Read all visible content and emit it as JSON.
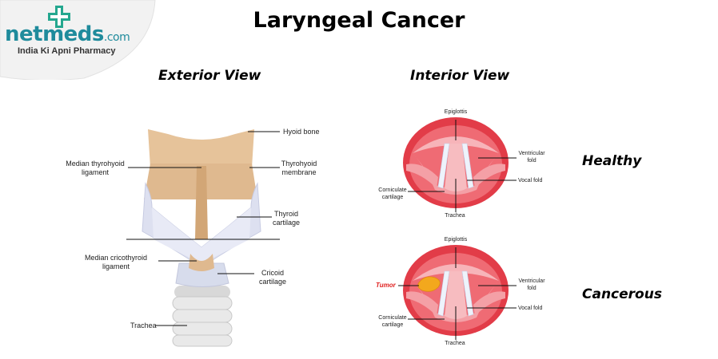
{
  "brand": {
    "name_a": "netmeds",
    "name_b": ".com",
    "tagline": "India Ki Apni Pharmacy"
  },
  "title": "Laryngeal Cancer",
  "exterior": {
    "heading": "Exterior View",
    "labels": {
      "hyoid": "Hyoid bone",
      "median_thyrohyoid_1": "Median thyrohyoid",
      "median_thyrohyoid_2": "ligament",
      "thyrohyoid_1": "Thyrohyoid",
      "thyrohyoid_2": "membrane",
      "thyroid_1": "Thyroid",
      "thyroid_2": "cartilage",
      "median_cricothyroid_1": "Median cricothyroid",
      "median_cricothyroid_2": "ligament",
      "cricoid_1": "Cricoid",
      "cricoid_2": "cartilage",
      "trachea": "Trachea"
    }
  },
  "interior": {
    "heading": "Interior View",
    "healthy": {
      "state": "Healthy",
      "epiglottis": "Epiglottis",
      "ventricular_1": "Ventricular",
      "ventricular_2": "fold",
      "vocal_fold": "Vocal fold",
      "corniculate_1": "Corniculate",
      "corniculate_2": "cartilage",
      "trachea": "Trachea"
    },
    "cancerous": {
      "state": "Cancerous",
      "epiglottis": "Epiglottis",
      "ventricular_1": "Ventricular",
      "ventricular_2": "fold",
      "vocal_fold": "Vocal fold",
      "corniculate_1": "Corniculate",
      "corniculate_2": "cartilage",
      "trachea": "Trachea",
      "tumor": "Tumor"
    }
  },
  "colors": {
    "brand_green": "#24a78f",
    "brand_teal": "#1f8b9c",
    "cartilage": "#e7c49c",
    "cartilage_light": "#f1d9b8",
    "thyroid": "#dde0f0",
    "trachea": "#e6e6e6",
    "larynx_red": "#e23c48",
    "larynx_pink": "#f4a0a6",
    "tumor": "#f3a81d"
  }
}
